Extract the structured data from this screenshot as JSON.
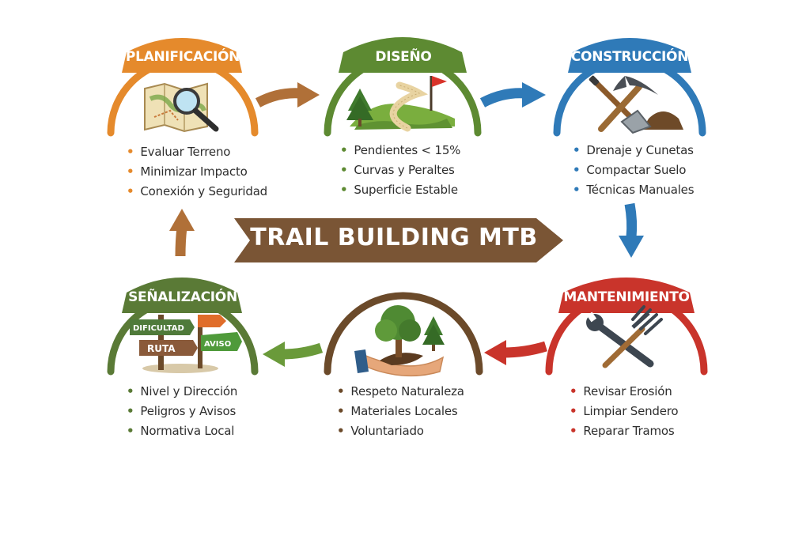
{
  "title": "TRAIL BUILDING MTB",
  "colors": {
    "orange": "#e58a2c",
    "green": "#5d8a32",
    "blue": "#2f7ab8",
    "red": "#c9342b",
    "dark_green": "#5a7a36",
    "brown": "#6b4a2a"
  },
  "stages": [
    {
      "id": "planificacion",
      "title": "PLANIFICACIÓN",
      "icon": "map-magnifier-icon",
      "items": [
        "Evaluar Terreno",
        "Minimizar Impacto",
        "Conexión y Seguridad"
      ]
    },
    {
      "id": "diseno",
      "title": "DISEÑO",
      "icon": "winding-trail-flag-icon",
      "items": [
        "Pendientes < 15%",
        "Curvas y Peraltes",
        "Superficie Estable"
      ]
    },
    {
      "id": "construccion",
      "title": "CONSTRUCCIÓN",
      "icon": "pickaxe-shovel-icon",
      "items": [
        "Drenaje y Cunetas",
        "Compactar Suelo",
        "Técnicas Manuales"
      ]
    },
    {
      "id": "mantenimiento",
      "title": "MANTENIMIENTO",
      "icon": "wrench-rake-icon",
      "items": [
        "Revisar Erosión",
        "Limpiar Sendero",
        "Reparar Tramos"
      ]
    },
    {
      "id": "naturaleza",
      "title": "",
      "icon": "hand-tree-icon",
      "items": [
        "Respeto Naturaleza",
        "Materiales Locales",
        "Voluntariado"
      ]
    },
    {
      "id": "senalizacion",
      "title": "SEÑALIZACIÓN",
      "icon": "signpost-icon",
      "items": [
        "Nivel y Dirección",
        "Peligros y Avisos",
        "Normativa Local"
      ]
    }
  ],
  "signpost": {
    "sign1": "DIFICULTAD",
    "sign2": "RUTA",
    "sign3": "AVISO"
  }
}
